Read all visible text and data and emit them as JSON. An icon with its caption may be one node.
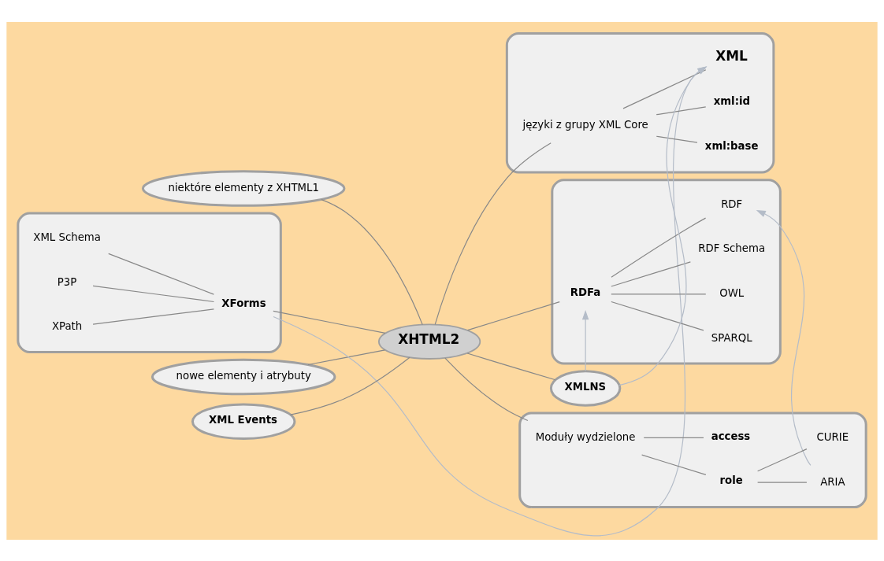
{
  "diagram": {
    "nodes": [
      {
        "text": [
          "niektóre elementy z XHTML1"
        ]
      },
      {
        "text": [
          "nowe elementy i atrybuty"
        ]
      },
      {
        "text": [],
        "shape": "cloud"
      },
      {
        "text": [
          "XML Schema"
        ],
        "in": 2
      },
      {
        "text": [
          "P3P"
        ],
        "in": 2
      },
      {
        "text": [
          "XPath"
        ],
        "in": 2
      },
      {
        "text": [
          "XForms"
        ],
        "in": 2
      },
      {
        "text": [
          "XML Events"
        ]
      },
      {
        "text": [
          "XHTML2"
        ]
      },
      {
        "text": [],
        "shape": "cloud"
      },
      {
        "text": [
          "języki z grupy XML Core"
        ],
        "in": 9
      },
      {
        "text": [
          "XML"
        ],
        "in": 9
      },
      {
        "text": [
          "xml:id"
        ],
        "in": 9
      },
      {
        "text": [
          "xml:base"
        ],
        "in": 9
      },
      {
        "text": [],
        "shape": "cloud"
      },
      {
        "text": [
          "RDFa"
        ],
        "in": 14
      },
      {
        "text": [
          "RDF"
        ],
        "in": 14
      },
      {
        "text": [
          "RDF Schema"
        ],
        "in": 14
      },
      {
        "text": [
          "OWL"
        ],
        "in": 14
      },
      {
        "text": [
          "SPARQL"
        ],
        "in": 14
      },
      {
        "text": [
          "XMLNS"
        ]
      },
      {
        "text": [],
        "shape": "cloud"
      },
      {
        "text": [
          "Moduły wydzielone"
        ],
        "in": 21
      },
      {
        "text": [
          "access"
        ],
        "in": 21
      },
      {
        "text": [
          "role"
        ],
        "in": 21
      },
      {
        "text": [
          "CURIE"
        ],
        "in": 21
      },
      {
        "text": [
          "ARIA"
        ],
        "in": 21
      }
    ],
    "edges": [
      {
        "from": 8,
        "to": 0,
        "arrow": "none"
      },
      {
        "from": 8,
        "to": 1,
        "arrow": "none"
      },
      {
        "from": 8,
        "to": 6,
        "arrow": "none"
      },
      {
        "from": 8,
        "to": 7,
        "arrow": "none"
      },
      {
        "from": 6,
        "to": 3,
        "arrow": "none"
      },
      {
        "from": 6,
        "to": 4,
        "arrow": "none"
      },
      {
        "from": 6,
        "to": 5,
        "arrow": "none"
      },
      {
        "from": 8,
        "to": 10,
        "arrow": "none"
      },
      {
        "from": 8,
        "to": 15,
        "arrow": "none"
      },
      {
        "from": 8,
        "to": 20,
        "arrow": "none"
      },
      {
        "from": 8,
        "to": 22,
        "arrow": "none"
      },
      {
        "from": 10,
        "to": 11,
        "arrow": "none"
      },
      {
        "from": 10,
        "to": 12,
        "arrow": "none"
      },
      {
        "from": 10,
        "to": 13,
        "arrow": "none"
      },
      {
        "from": 15,
        "to": 16,
        "arrow": "none"
      },
      {
        "from": 15,
        "to": 17,
        "arrow": "none"
      },
      {
        "from": 15,
        "to": 18,
        "arrow": "none"
      },
      {
        "from": 15,
        "to": 19,
        "arrow": "none"
      },
      {
        "from": 22,
        "to": 23,
        "arrow": "none"
      },
      {
        "from": 22,
        "to": 24,
        "arrow": "none"
      },
      {
        "from": 24,
        "to": 25,
        "arrow": "none"
      },
      {
        "from": 24,
        "to": 26,
        "arrow": "none"
      },
      {
        "from": 20,
        "to": 11,
        "arrow": "to",
        "color": "#b4bcc8"
      },
      {
        "from": 6,
        "to": 11,
        "arrow": "to",
        "color": "#b4bcc8"
      },
      {
        "from": 20,
        "to": 15,
        "arrow": "to",
        "color": "#b4bcc8"
      },
      {
        "from": 26,
        "to": 16,
        "arrow": "to",
        "color": "#b4bcc8"
      }
    ]
  }
}
